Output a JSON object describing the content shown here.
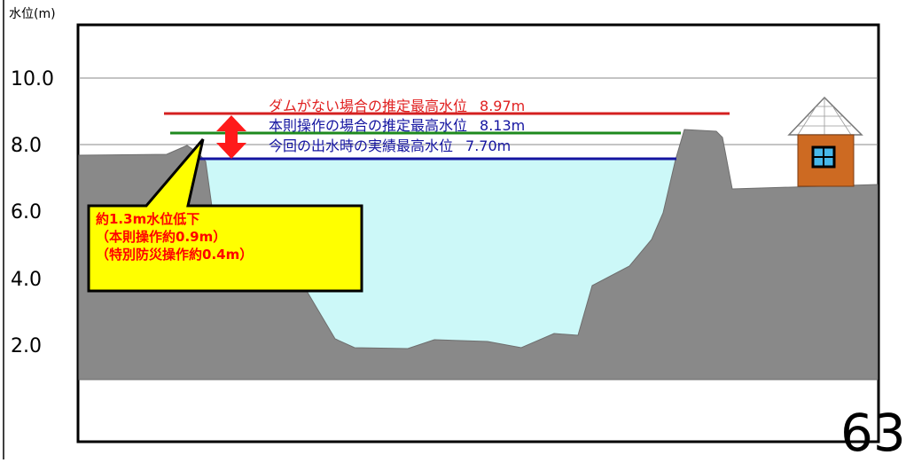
{
  "y_axis": {
    "unit_label": "水位(m)",
    "ticks": [
      "10.0",
      "8.0",
      "6.0",
      "4.0",
      "2.0"
    ]
  },
  "water_levels": [
    {
      "key": "no_dam",
      "label": "ダムがない場合の推定最高水位",
      "value": "8.97m",
      "color": "#d42020"
    },
    {
      "key": "normal_operation",
      "label": "本則操作の場合の推定最高水位",
      "value": "8.13m",
      "color": "#1e8a1e"
    },
    {
      "key": "actual",
      "label": "今回の出水時の実績最高水位",
      "value": "7.70m",
      "color": "#1414a0"
    }
  ],
  "callout": {
    "lines": [
      "約1.3m水位低下",
      "（本則操作約0.9m）",
      "（特別防災操作約0.4m）"
    ],
    "fill_color": "#ffff00",
    "text_color": "#ff0000"
  },
  "colors": {
    "ground": "#898989",
    "water": "#ccf8f8",
    "arrow": "#ff0000",
    "house_wall": "#cd6a22",
    "house_window": "#48b8ea"
  },
  "page_number": "63"
}
